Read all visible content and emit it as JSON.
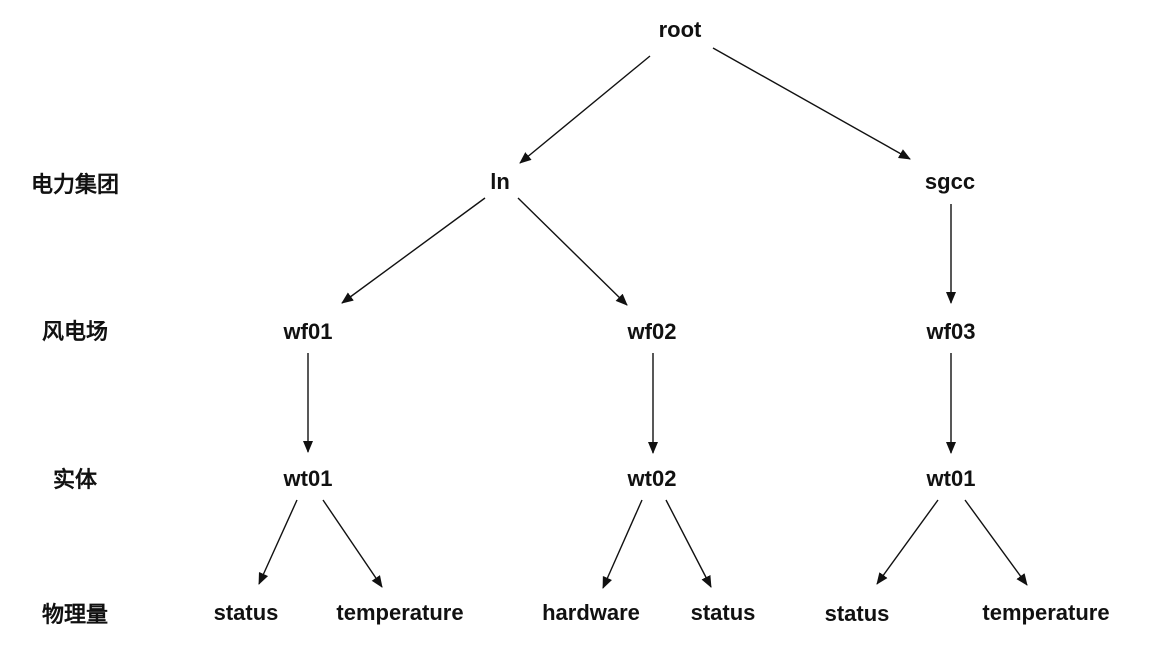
{
  "levels": [
    {
      "id": "group",
      "label": "电力集团"
    },
    {
      "id": "farm",
      "label": "风电场"
    },
    {
      "id": "entity",
      "label": "实体"
    },
    {
      "id": "measure",
      "label": "物理量"
    }
  ],
  "nodes": [
    {
      "id": "root",
      "label": "root"
    },
    {
      "id": "ln",
      "label": "ln"
    },
    {
      "id": "sgcc",
      "label": "sgcc"
    },
    {
      "id": "wf01",
      "label": "wf01"
    },
    {
      "id": "wf02",
      "label": "wf02"
    },
    {
      "id": "wf03",
      "label": "wf03"
    },
    {
      "id": "wt01a",
      "label": "wt01"
    },
    {
      "id": "wt02",
      "label": "wt02"
    },
    {
      "id": "wt01b",
      "label": "wt01"
    },
    {
      "id": "status1",
      "label": "status"
    },
    {
      "id": "temp1",
      "label": "temperature"
    },
    {
      "id": "hardware",
      "label": "hardware"
    },
    {
      "id": "status2",
      "label": "status"
    },
    {
      "id": "status3",
      "label": "status"
    },
    {
      "id": "temp2",
      "label": "temperature"
    }
  ],
  "edges": [
    {
      "from": "root",
      "to": "ln"
    },
    {
      "from": "root",
      "to": "sgcc"
    },
    {
      "from": "ln",
      "to": "wf01"
    },
    {
      "from": "ln",
      "to": "wf02"
    },
    {
      "from": "sgcc",
      "to": "wf03"
    },
    {
      "from": "wf01",
      "to": "wt01a"
    },
    {
      "from": "wf02",
      "to": "wt02"
    },
    {
      "from": "wf03",
      "to": "wt01b"
    },
    {
      "from": "wt01a",
      "to": "status1"
    },
    {
      "from": "wt01a",
      "to": "temp1"
    },
    {
      "from": "wt02",
      "to": "hardware"
    },
    {
      "from": "wt02",
      "to": "status2"
    },
    {
      "from": "wt01b",
      "to": "status3"
    },
    {
      "from": "wt01b",
      "to": "temp2"
    }
  ]
}
